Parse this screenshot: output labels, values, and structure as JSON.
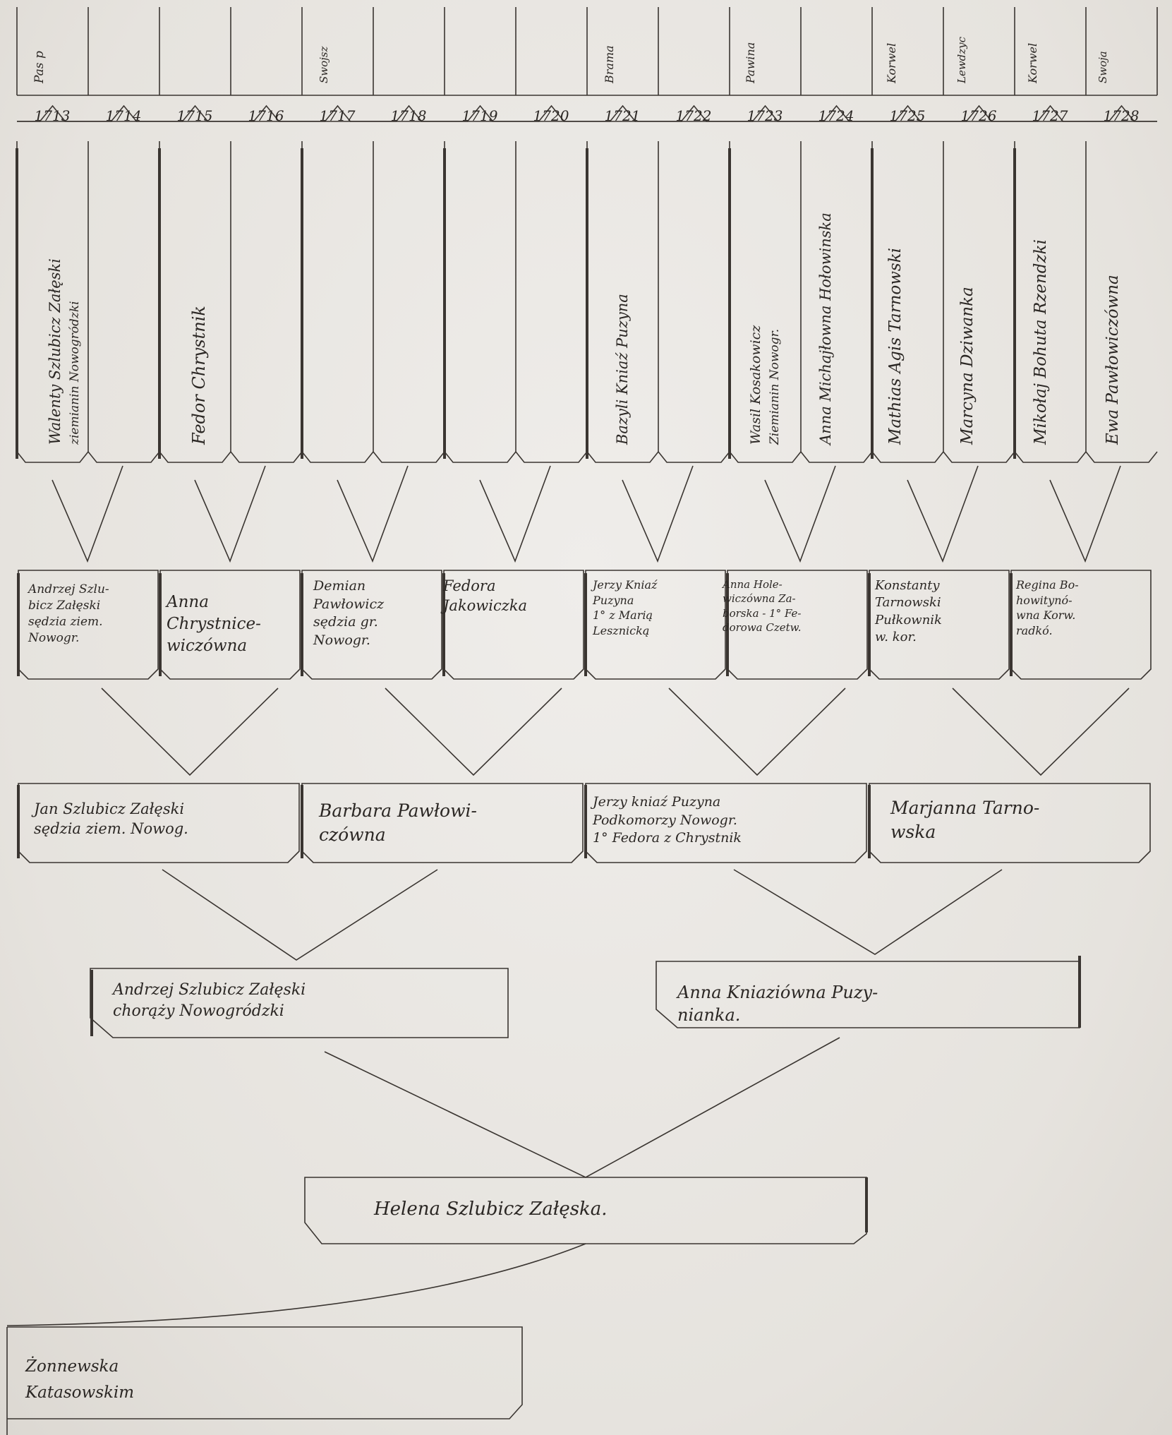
{
  "top_notes": [
    "Pas p",
    "Swojsz",
    "Brama",
    "Pawina",
    "Korwel",
    "Lewdzyc",
    "Korwel",
    "Swoja"
  ],
  "years": [
    "1713",
    "1714",
    "1715",
    "1716",
    "1717",
    "1718",
    "1719",
    "1720",
    "1721",
    "1722",
    "1723",
    "1724",
    "1725",
    "1726",
    "1727",
    "1728"
  ],
  "gen5": [
    {
      "line1": "Walenty Szlubicz Załęski",
      "line2": "ziemianin Nowogródzki"
    },
    {
      "line1": "Fedor Chrystnik"
    },
    {
      "line1": ""
    },
    {
      "line1": ""
    },
    {
      "line1": "Bazyli Kniaź Puzyna"
    },
    {
      "line1": "Wasil Kosakowicz",
      "line2": "Ziemianin Nowogr."
    },
    {
      "line1": "Anna Michajłowna Hołowinska"
    },
    {
      "line1": "Mathias Agis Tarnowski"
    },
    {
      "line1": "Marcyna Dziwanka"
    },
    {
      "line1": "Mikołaj Bohuta Rzendzki"
    },
    {
      "line1": "Ewa Pawłowiczówna"
    }
  ],
  "gen4": [
    {
      "text": "Andrzej Szlu-\nbicz Załęski\nsędzia ziem.\nNowogr."
    },
    {
      "text": "Anna\nChrystnice-\nwiczówna"
    },
    {
      "text": "Demian\nPawłowicz\nsędzia gr.\nNowogr."
    },
    {
      "text": "Fedora\nJakowiczka"
    },
    {
      "text": "Jerzy Kniaź\nPuzyna\n1° z Marią\nLesznicką"
    },
    {
      "text": "Anna Hole-\nwiczówna Za-\nborska - 1° Fe-\ndorowa Czetw."
    },
    {
      "text": "Konstanty\nTarnowski\nPułkownik\nw. kor."
    },
    {
      "text": "Regina Bo-\nhowitynó-\nwna Korw.\nradkó."
    }
  ],
  "gen3": [
    {
      "text": "Jan Szlubicz Załęski\nsędzia ziem. Nowog."
    },
    {
      "text": "Barbara Pawłowi-\nczówna"
    },
    {
      "text": "Jerzy kniaź Puzyna\nPodkomorzy Nowogr.\n1° Fedora z Chrystnik"
    },
    {
      "text": "Marjanna Tarno-\nwska"
    }
  ],
  "gen2": [
    {
      "text": "Andrzej Szlubicz Załęski\nchorąży Nowogródzki"
    },
    {
      "text": "Anna Kniaziówna Puzy-\nnianka."
    }
  ],
  "gen1": {
    "text": "Helena Szlubicz Załęska."
  },
  "gen0": {
    "text": "Żonnewska\nKatasowskim"
  }
}
